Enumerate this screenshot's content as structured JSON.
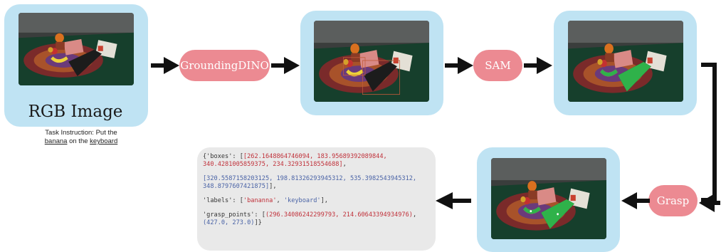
{
  "input": {
    "label": "RGB Image",
    "task_prefix": "Task Instruction: Put the",
    "task_object": "banana",
    "task_mid": "on the",
    "task_target": "keyboard"
  },
  "stages": {
    "detector": "GroundingDINO",
    "segmenter": "SAM",
    "grasp": "Grasp"
  },
  "output": {
    "boxes_key": "{'boxes': [",
    "box1": "[262.1648864746094, 183.95689392089844, 340.4281005859375, 234.32931518554688]",
    "box1_end": ",",
    "box2": "[320.5587158203125, 198.81326293945312, 535.3982543945312, 348.8797607421875]",
    "box2_end": "],",
    "labels_key": "'labels': [",
    "label1": "'bananna'",
    "label_sep": ", ",
    "label2": "'keyboard'",
    "labels_end": "],",
    "grasp_key": "'grasp_points': [",
    "grasp1": "(296.34086242299793, 214.60643394934976)",
    "grasp_sep": ",",
    "grasp2": "(427.0, 273.0)",
    "grasp_end": "]}"
  },
  "colors": {
    "frame": "#bfe3f3",
    "pill": "#ec8a92",
    "code_bg": "#e9e9e9",
    "mask": "#2fb24a"
  }
}
